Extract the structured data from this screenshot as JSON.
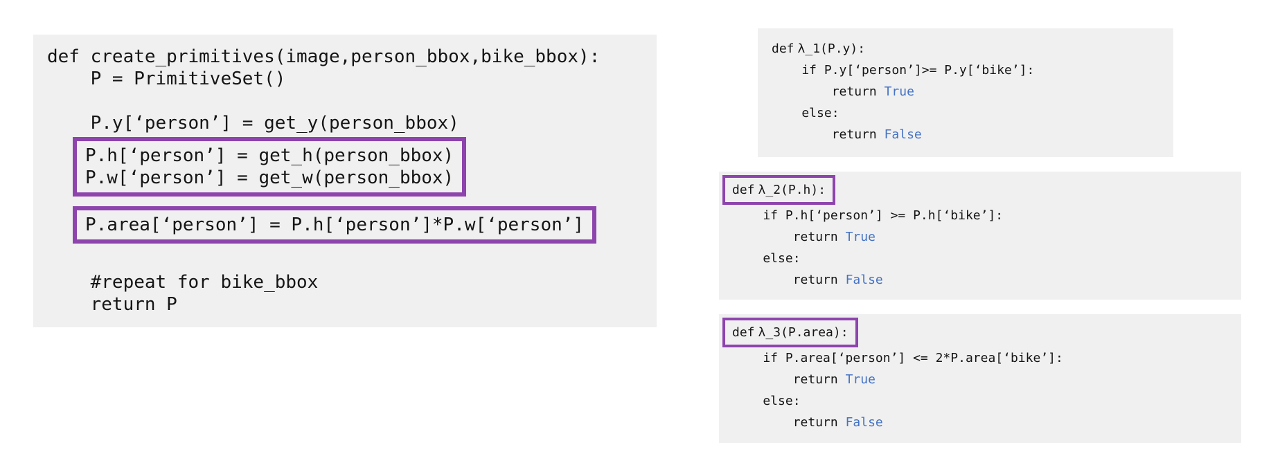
{
  "colors": {
    "page_background": "#ffffff",
    "code_block_background": "#f0f0f0",
    "highlight_box_purple": "#8e44ad",
    "boolean_literal_blue": "#4472c4",
    "code_text": "#151515"
  },
  "create_primitives_block": {
    "line_def": "def create_primitives(image,person_bbox,bike_bbox):",
    "line_init": "    P = PrimitiveSet()",
    "line_py": "    P.y[‘person’] = get_y(person_bbox)",
    "boxed_hw": [
      "P.h[‘person’] = get_h(person_bbox)",
      "P.w[‘person’] = get_w(person_bbox)"
    ],
    "boxed_area": "P.area[‘person’] = P.h[‘person’]*P.w[‘person’]",
    "line_comment": "    #repeat for bike_bbox",
    "line_return": "    return P"
  },
  "lambda_blocks": [
    {
      "def_keyword": "def",
      "signature": "λ_1(P.y):",
      "if_line": "    if P.y[‘person’]>= P.y[‘bike’]:",
      "return_true_prefix": "        return ",
      "true_word": "True",
      "else_line": "    else:",
      "return_false_prefix": "        return ",
      "false_word": "False"
    },
    {
      "def_keyword": "def",
      "signature": "λ_2(P.h):",
      "if_line": "    if P.h[‘person’] >= P.h[‘bike’]:",
      "return_true_prefix": "        return ",
      "true_word": "True",
      "else_line": "    else:",
      "return_false_prefix": "        return ",
      "false_word": "False"
    },
    {
      "def_keyword": "def",
      "signature": "λ_3(P.area):",
      "if_line": "    if P.area[‘person’] <= 2*P.area[‘bike’]:",
      "return_true_prefix": "        return ",
      "true_word": "True",
      "else_line": "    else:",
      "return_false_prefix": "        return ",
      "false_word": "False"
    }
  ]
}
